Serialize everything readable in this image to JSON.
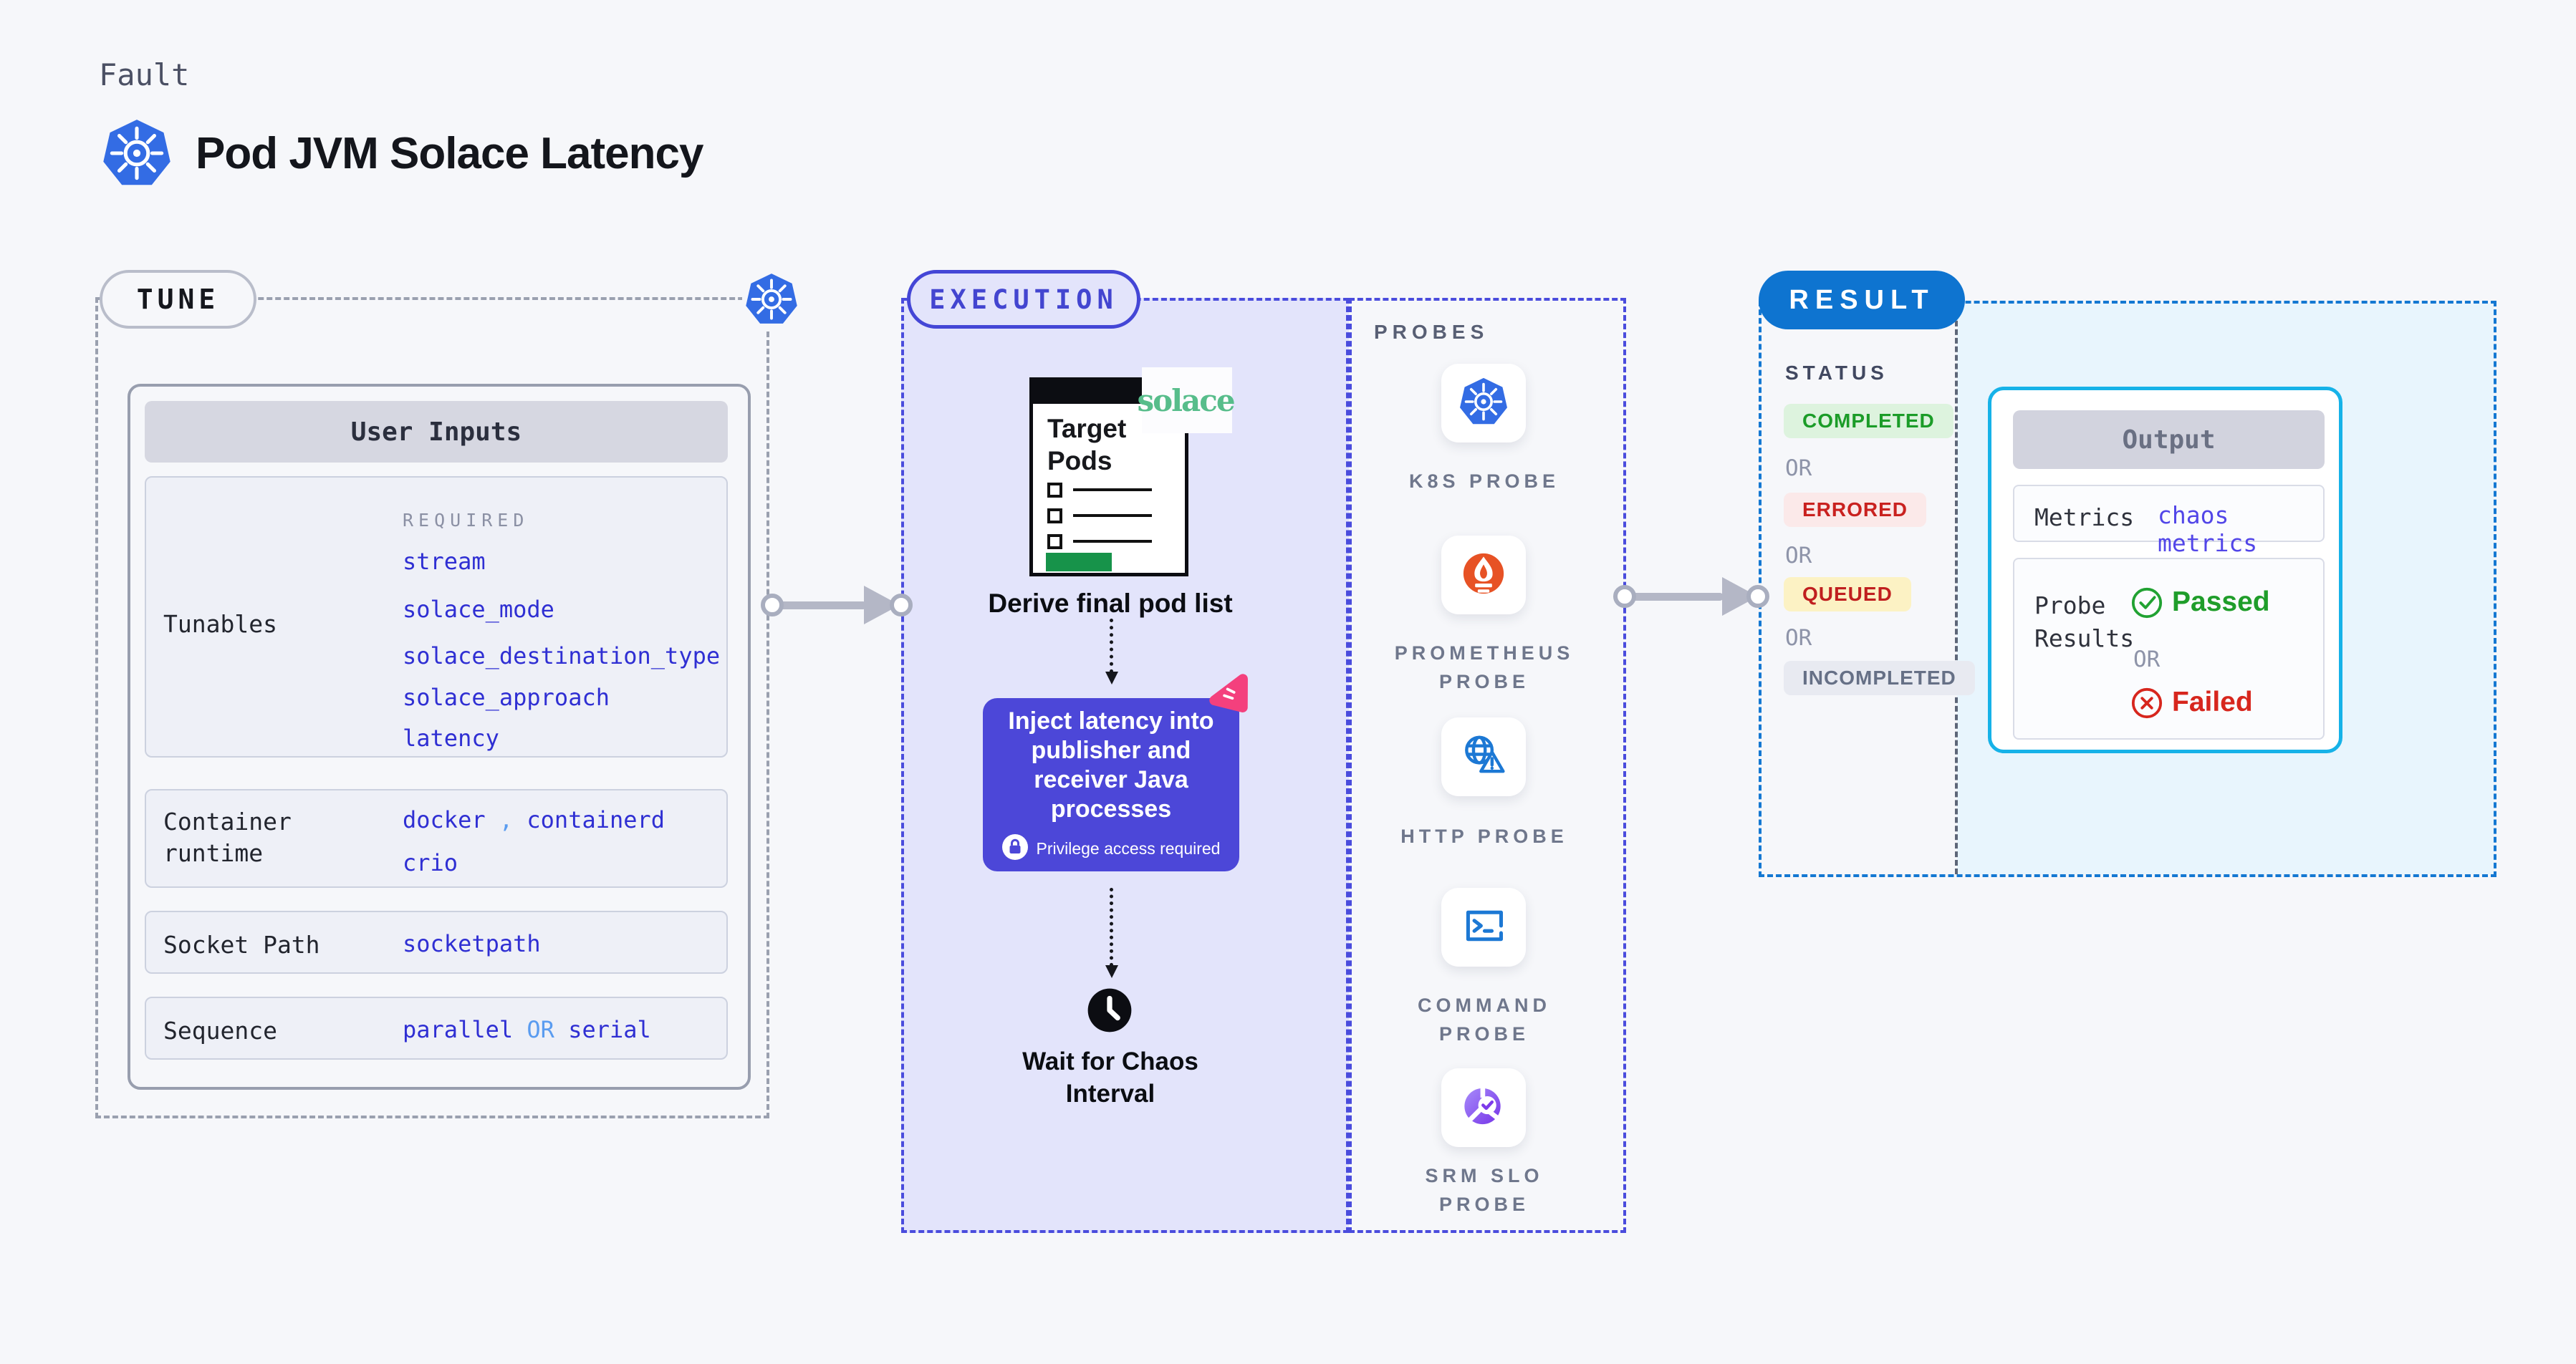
{
  "header": {
    "eyebrow": "Fault",
    "title": "Pod JVM Solace Latency"
  },
  "tune": {
    "pill": "TUNE",
    "card_title": "User Inputs",
    "tunables": {
      "label": "Tunables",
      "tag": "REQUIRED",
      "values": [
        "stream",
        "solace_mode",
        "solace_destination_type",
        "solace_approach",
        "latency"
      ]
    },
    "container_runtime": {
      "label_lines": [
        "Container",
        "runtime"
      ],
      "value1": "docker",
      "separator": ",",
      "value2": "containerd",
      "value3": "crio"
    },
    "socket_path": {
      "label": "Socket Path",
      "value": "socketpath"
    },
    "sequence": {
      "label": "Sequence",
      "value1": "parallel",
      "connector": "OR",
      "value2": "serial"
    }
  },
  "execution": {
    "pill": "EXECUTION",
    "window_title_lines": [
      "Target",
      "Pods"
    ],
    "solace_logo": "solace",
    "step_derive": "Derive final pod list",
    "inject_lines": [
      "Inject latency into",
      "publisher and",
      "receiver Java",
      "processes"
    ],
    "privilege_note": "Privilege access required",
    "wait_lines": [
      "Wait for Chaos",
      "Interval"
    ]
  },
  "probes": {
    "title": "PROBES",
    "items": [
      {
        "icon": "kubernetes-icon",
        "lines": [
          "K8S PROBE",
          ""
        ]
      },
      {
        "icon": "prometheus-icon",
        "lines": [
          "PROMETHEUS",
          "PROBE"
        ]
      },
      {
        "icon": "http-globe-warning-icon",
        "lines": [
          "HTTP PROBE",
          ""
        ]
      },
      {
        "icon": "terminal-icon",
        "lines": [
          "COMMAND",
          "PROBE"
        ]
      },
      {
        "icon": "slo-pie-check-icon",
        "lines": [
          "SRM SLO",
          "PROBE"
        ]
      }
    ]
  },
  "result": {
    "pill": "RESULT",
    "status_title": "STATUS",
    "or": "OR",
    "statuses": [
      {
        "label": "COMPLETED",
        "color": "#1b9c28",
        "bg": "#ddf3de"
      },
      {
        "label": "ERRORED",
        "color": "#c9211f",
        "bg": "#fbe9e9"
      },
      {
        "label": "QUEUED",
        "color": "#c01f1f",
        "bg": "#fcf2c4"
      },
      {
        "label": "INCOMPLETED",
        "color": "#667086",
        "bg": "#e8eaf1"
      }
    ],
    "output": {
      "title": "Output",
      "metrics_label": "Metrics",
      "metrics_value": "chaos metrics",
      "probe_results_lines": [
        "Probe",
        "Results"
      ],
      "passed": "Passed",
      "or": "OR",
      "failed": "Failed"
    }
  },
  "colors": {
    "page_bg": "#f6f7fa",
    "indigo_accent": "#4a4cdd",
    "lavender_bg": "#e3e4fb",
    "value_blue": "#2f2fd3",
    "light_blue_accent": "#5a9cf0",
    "result_blue": "#0e74d0",
    "cyan_border": "#16b2e8",
    "cyan_bg": "#e8f5fd",
    "kubernetes_blue": "#336ce4",
    "prometheus_orange": "#e75225",
    "solace_green": "#57bd8b",
    "passed_green": "#1f9d2a",
    "failed_red": "#d7261d",
    "inject_bg": "#4c47d8",
    "sticker_pink": "#f4407d"
  }
}
